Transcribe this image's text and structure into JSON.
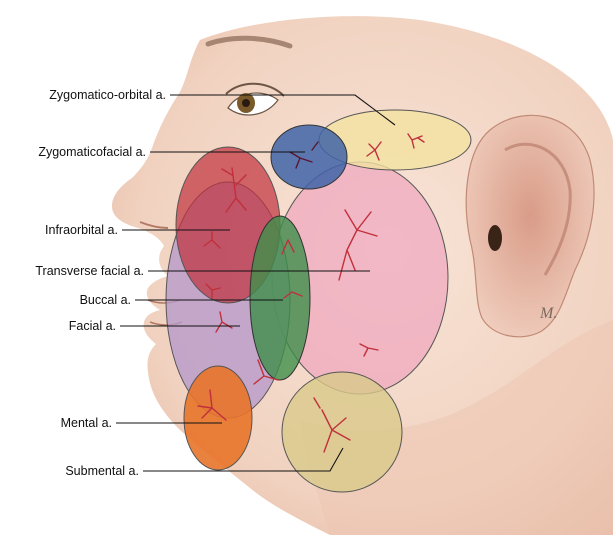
{
  "labels": [
    {
      "id": "zygomatico-orbital",
      "text": "Zygomatico-orbital a."
    },
    {
      "id": "zygomaticofacial",
      "text": "Zygomaticofacial a."
    },
    {
      "id": "infraorbital",
      "text": "Infraorbital a."
    },
    {
      "id": "transverse-facial",
      "text": "Transverse facial a."
    },
    {
      "id": "buccal",
      "text": "Buccal a."
    },
    {
      "id": "facial",
      "text": "Facial a."
    },
    {
      "id": "mental",
      "text": "Mental a."
    },
    {
      "id": "submental",
      "text": "Submental a."
    }
  ],
  "signature": "M.",
  "colors": {
    "skin": "#f4d9c9",
    "skin_shadow": "#e2b9a3",
    "zygomatico_orbital": "#f2e2a0",
    "zygomaticofacial": "#3f64a8",
    "infraorbital": "#c0303c",
    "transverse_facial": "#f0a5bd",
    "buccal": "#3f8f4a",
    "facial": "#b79ac9",
    "mental": "#e8742a",
    "submental": "#d9c98a",
    "vessel": "#c0303c"
  }
}
